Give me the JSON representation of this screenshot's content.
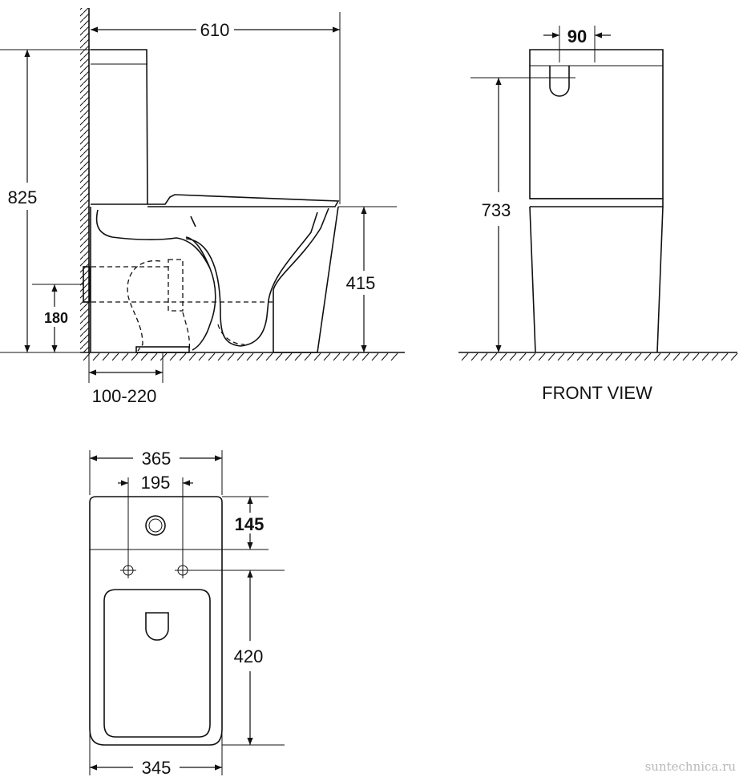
{
  "side_view": {
    "overall_length": "610",
    "overall_height": "825",
    "seat_height": "415",
    "outlet_height": "180",
    "outlet_distance": "100-220"
  },
  "front_view": {
    "caption": "FRONT VIEW",
    "button_width": "90",
    "cistern_height": "733"
  },
  "top_view": {
    "cistern_width": "365",
    "fixing_spacing": "195",
    "cistern_depth": "145",
    "bowl_length": "420",
    "bowl_width": "345"
  },
  "watermark": "suntechnica.ru"
}
